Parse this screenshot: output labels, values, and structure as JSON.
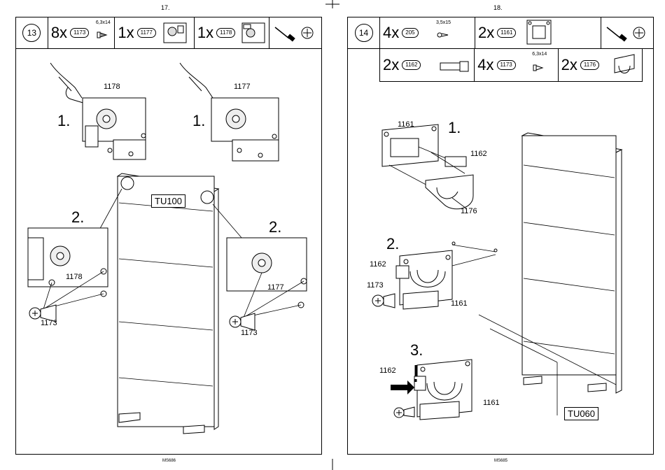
{
  "left_page": {
    "page_number": "17.",
    "step": "13",
    "parts": [
      {
        "qty": "8x",
        "id": "1173",
        "size": "6,3x14"
      },
      {
        "qty": "1x",
        "id": "1177"
      },
      {
        "qty": "1x",
        "id": "1178"
      }
    ],
    "labels": {
      "sub1a": "1.",
      "sub1b": "1.",
      "sub2a": "2.",
      "sub2b": "2.",
      "p1178a": "1178",
      "p1177a": "1177",
      "p1178b": "1178",
      "p1177b": "1177",
      "p1173a": "1173",
      "p1173b": "1173",
      "panel": "TU100"
    },
    "footer": "MS686"
  },
  "right_page": {
    "page_number": "18.",
    "step": "14",
    "parts_row1": [
      {
        "qty": "4x",
        "id": "205",
        "size": "3,5x15"
      },
      {
        "qty": "2x",
        "id": "1161"
      }
    ],
    "parts_row2": [
      {
        "qty": "2x",
        "id": "1162"
      },
      {
        "qty": "4x",
        "id": "1173",
        "size": "6,3x14"
      },
      {
        "qty": "2x",
        "id": "1176"
      }
    ],
    "labels": {
      "sub1": "1.",
      "sub2": "2.",
      "sub3": "3.",
      "p1161a": "1161",
      "p1162a": "1162",
      "p1176": "1176",
      "p1162b": "1162",
      "p1173": "1173",
      "p1161b": "1161",
      "p1162c": "1162",
      "p1161c": "1161",
      "panel": "TU060"
    },
    "footer": "MS685"
  }
}
